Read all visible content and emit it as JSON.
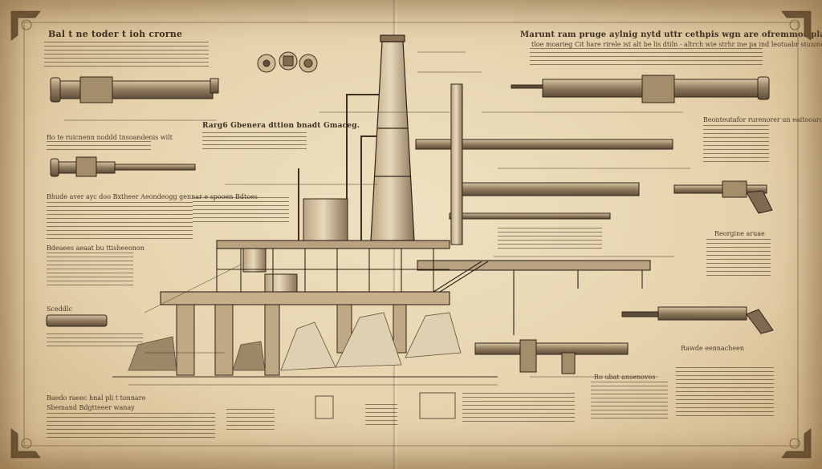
{
  "sheet": {
    "title_left": "Bal t ne toder t ioh crorne",
    "title_right": "Marunt ram pruge aylnig nytd uttr cethpis wgn are ofremmos plagtrarmaith.",
    "subtitle_right": "tloe moarieg Cit hare rirele ist alt be lis dtiln - altrch wie strhr ine pa ind leotuabr stunmeals",
    "center_heading": "Rarg6 Gbenera dttion bnadt Gmaceg.",
    "heading_left_1": "Bo te ruicnenn noddd tnsoandenis wilt",
    "heading_left_2": "Bhude aver ayc doo Bxtheer Aeondeogg gennar e spooen Bdtoes",
    "heading_left_3": "Bdeaees aeaat bu ttisheeonon",
    "heading_left_4": "Sceddlc",
    "heading_bottom_left_1": "Baedo raeec hnal pli t tonnare",
    "heading_bottom_left_2": "Sbemand Bdgtteeer wanay",
    "heading_right_1": "Beonteutafor rurenorer un eaitooarong",
    "heading_right_2": "Reorgine aruae",
    "heading_right_3": "Rawde eennacheen",
    "heading_right_4": "Ro ubat ansenovos"
  },
  "icons": [
    "gear-icon",
    "valve-icon",
    "gauge-icon",
    "corner-ornament-icon",
    "chimney-icon",
    "rifle-icon",
    "pistol-icon",
    "cannon-icon"
  ]
}
